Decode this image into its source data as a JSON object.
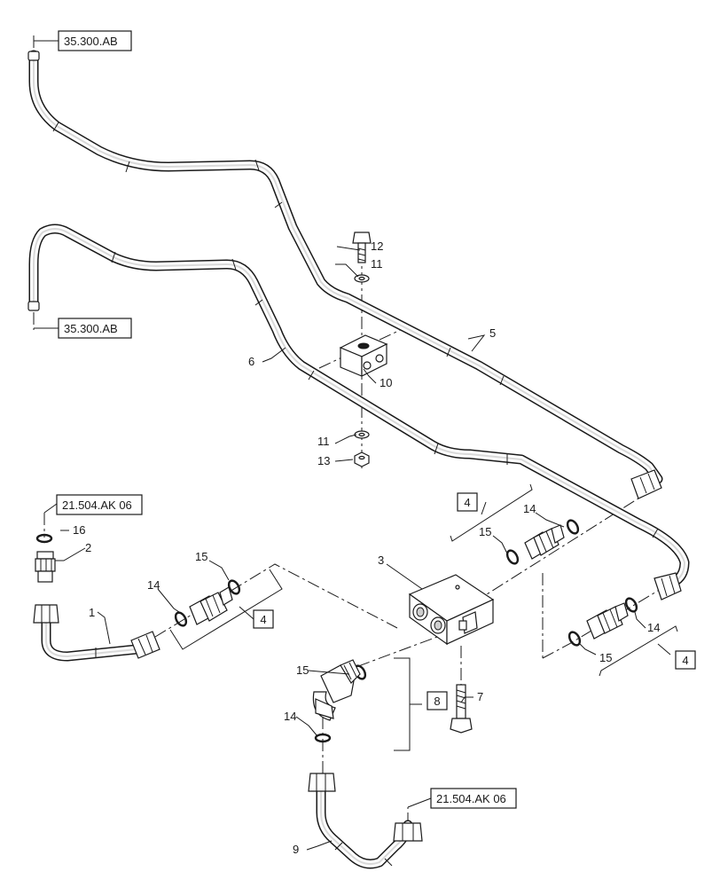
{
  "references": {
    "top_left": "35.300.AB",
    "middle_left": "35.300.AB",
    "left_fitting": "21.504.AK 06",
    "bottom_right": "21.504.AK 06"
  },
  "callouts": {
    "c1": "1",
    "c2": "2",
    "c3": "3",
    "c5": "5",
    "c6": "6",
    "c7": "7",
    "c9": "9",
    "c10": "10",
    "c11_top": "11",
    "c11_bottom": "11",
    "c12": "12",
    "c13": "13",
    "c14_left": "14",
    "c14_upper_right": "14",
    "c14_lower_right": "14",
    "c14_elbow": "14",
    "c15_left": "15",
    "c15_upper_right": "15",
    "c15_lower_right": "15",
    "c15_elbow": "15",
    "c16": "16"
  },
  "kits": {
    "left": "4",
    "upper_right": "4",
    "lower_right": "4",
    "elbow": "8"
  }
}
